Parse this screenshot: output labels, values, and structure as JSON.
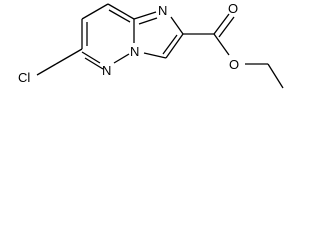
{
  "molecule": {
    "atoms": {
      "cl": "Cl",
      "n1": "N",
      "n_bridge": "N",
      "n_ring": "N",
      "o_carbonyl": "O",
      "o_ester": "O"
    }
  }
}
